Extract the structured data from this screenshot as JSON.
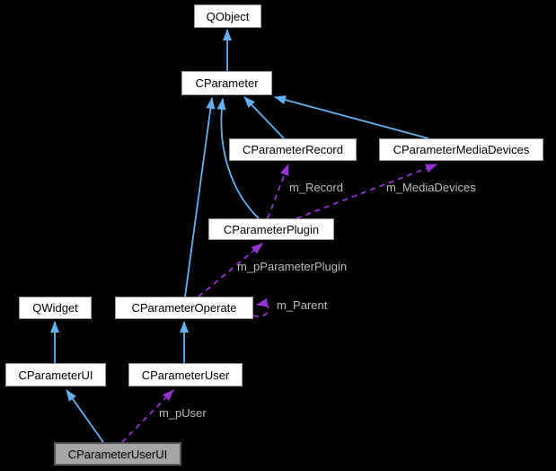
{
  "diagram": {
    "kind": "class-collaboration-diagram",
    "background": "#000000",
    "colors": {
      "background": "#000000",
      "inheritance_edge": "#63b1f2",
      "member_edge": "#9632d2",
      "edge_label": "#bdbdbd",
      "node_fill": "#ffffff",
      "node_border": "#9a9a9a",
      "node_text": "#000000",
      "current_node_fill": "#a5a5a5",
      "current_node_border": "#565656"
    },
    "nodes": [
      {
        "id": "QObject",
        "label": "QObject",
        "current": false
      },
      {
        "id": "CParameter",
        "label": "CParameter",
        "current": false
      },
      {
        "id": "CParameterRecord",
        "label": "CParameterRecord",
        "current": false
      },
      {
        "id": "CParameterMediaDevices",
        "label": "CParameterMediaDevices",
        "current": false
      },
      {
        "id": "CParameterPlugin",
        "label": "CParameterPlugin",
        "current": false
      },
      {
        "id": "QWidget",
        "label": "QWidget",
        "current": false
      },
      {
        "id": "CParameterOperate",
        "label": "CParameterOperate",
        "current": false
      },
      {
        "id": "CParameterUI",
        "label": "CParameterUI",
        "current": false
      },
      {
        "id": "CParameterUser",
        "label": "CParameterUser",
        "current": false
      },
      {
        "id": "CParameterUserUI",
        "label": "CParameterUserUI",
        "current": true
      }
    ],
    "edges": [
      {
        "from": "CParameter",
        "to": "QObject",
        "type": "inheritance",
        "label": ""
      },
      {
        "from": "CParameterRecord",
        "to": "CParameter",
        "type": "inheritance",
        "label": ""
      },
      {
        "from": "CParameterMediaDevices",
        "to": "CParameter",
        "type": "inheritance",
        "label": ""
      },
      {
        "from": "CParameterPlugin",
        "to": "CParameter",
        "type": "inheritance",
        "label": ""
      },
      {
        "from": "CParameterOperate",
        "to": "CParameter",
        "type": "inheritance",
        "label": ""
      },
      {
        "from": "CParameterUI",
        "to": "QWidget",
        "type": "inheritance",
        "label": ""
      },
      {
        "from": "CParameterUser",
        "to": "CParameterOperate",
        "type": "inheritance",
        "label": ""
      },
      {
        "from": "CParameterUserUI",
        "to": "CParameterUI",
        "type": "inheritance",
        "label": ""
      },
      {
        "from": "CParameterPlugin",
        "to": "CParameterRecord",
        "type": "member",
        "label": "m_Record"
      },
      {
        "from": "CParameterPlugin",
        "to": "CParameterMediaDevices",
        "type": "member",
        "label": "m_MediaDevices"
      },
      {
        "from": "CParameterOperate",
        "to": "CParameterPlugin",
        "type": "member",
        "label": "m_pParameterPlugin"
      },
      {
        "from": "CParameterOperate",
        "to": "CParameterOperate",
        "type": "member",
        "label": "m_Parent"
      },
      {
        "from": "CParameterUserUI",
        "to": "CParameterUser",
        "type": "member",
        "label": "m_pUser"
      }
    ],
    "edge_labels": [
      {
        "text": "m_Record"
      },
      {
        "text": "m_MediaDevices"
      },
      {
        "text": "m_pParameterPlugin"
      },
      {
        "text": "m_Parent"
      },
      {
        "text": "m_pUser"
      }
    ]
  }
}
